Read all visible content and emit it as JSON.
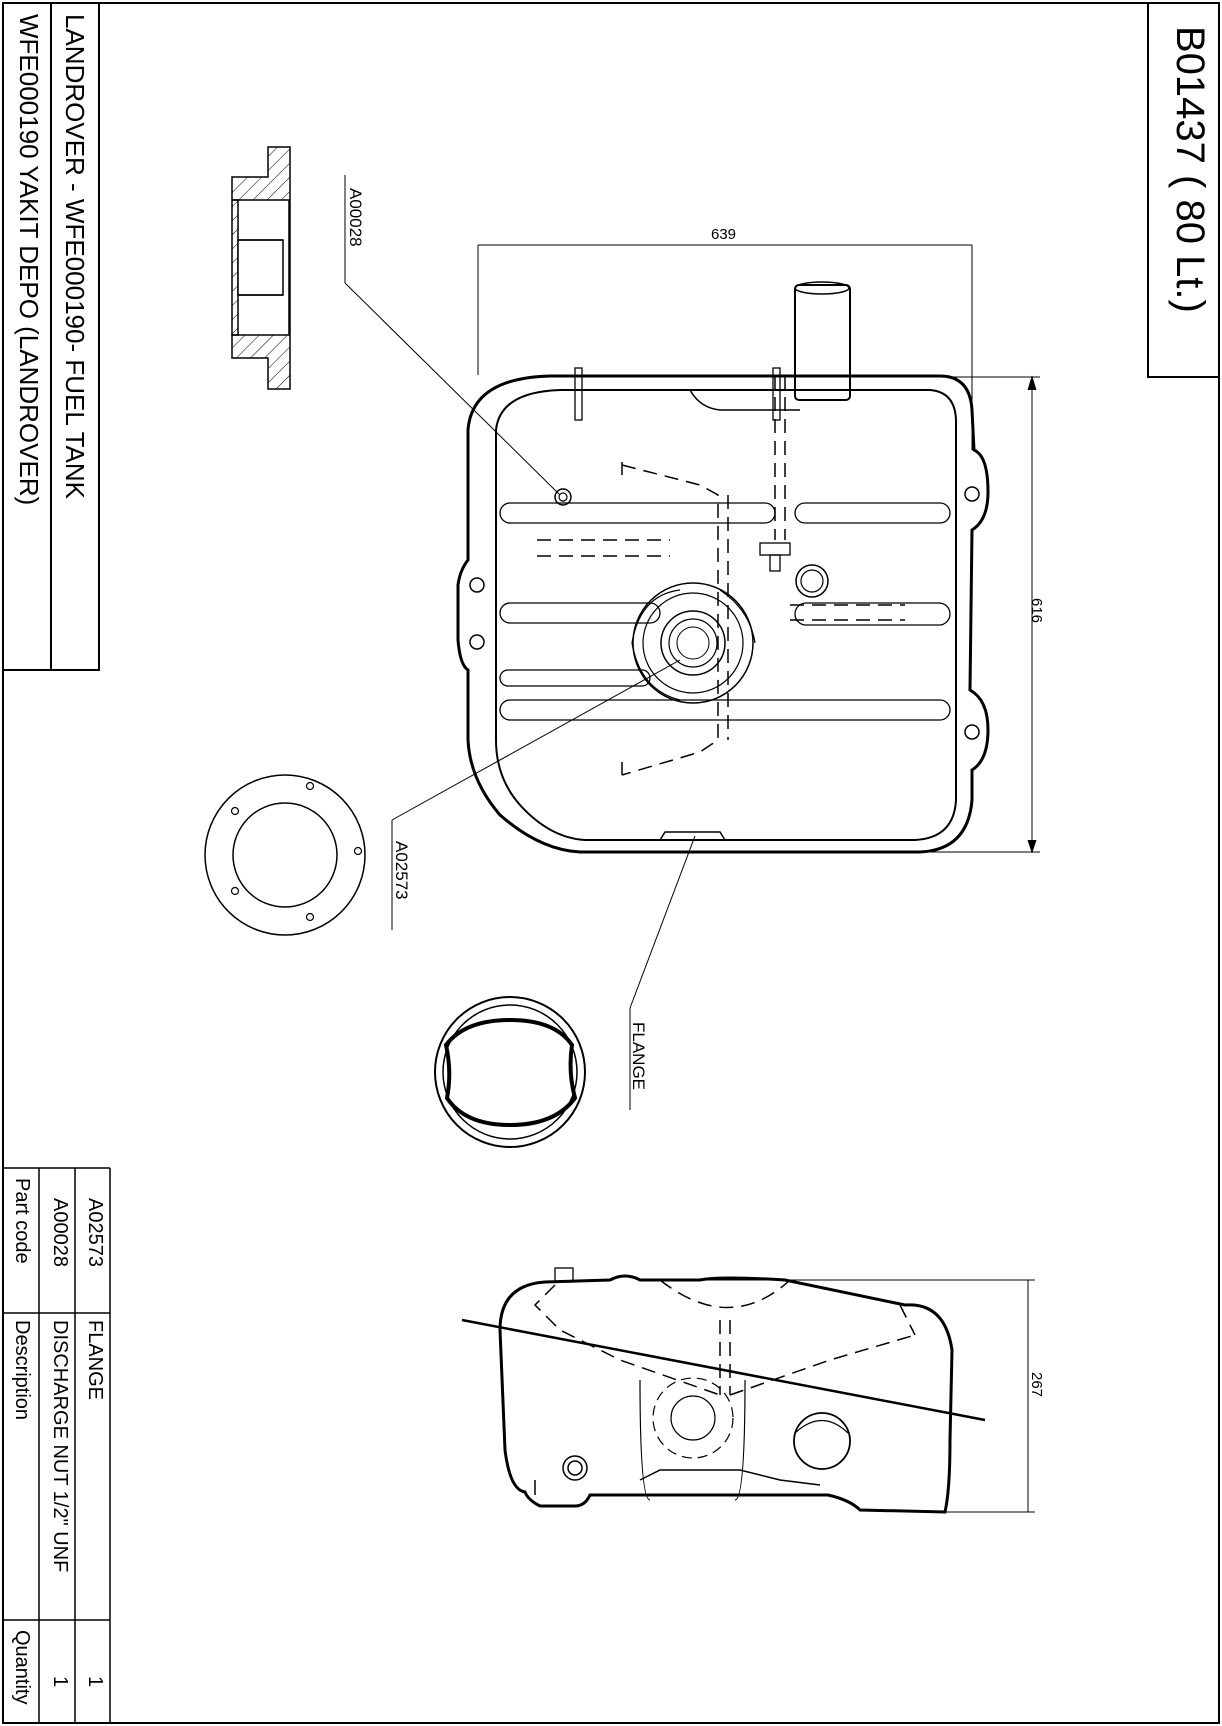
{
  "drawing": {
    "number_title": "B01437 ( 80 Lt.)",
    "title_line_1": "LANDROVER - WFE000190- FUEL TANK",
    "title_line_2": "WFE000190 YAKIT DEPO  (LANDROVER)"
  },
  "callouts": {
    "discharge_nut": "A00028",
    "flange_code": "A02573",
    "flange_word": "FLANGE"
  },
  "dimensions": {
    "width": "639",
    "depth": "616",
    "height": "267"
  },
  "parts_table": {
    "headers": {
      "code": "Part code",
      "description": "Description",
      "quantity": "Quantity"
    },
    "rows": [
      {
        "code": "A02573",
        "description": "FLANGE",
        "quantity": "1"
      },
      {
        "code": "A00028",
        "description": "DISCHARGE NUT 1/2\" UNF",
        "quantity": "1"
      }
    ]
  }
}
